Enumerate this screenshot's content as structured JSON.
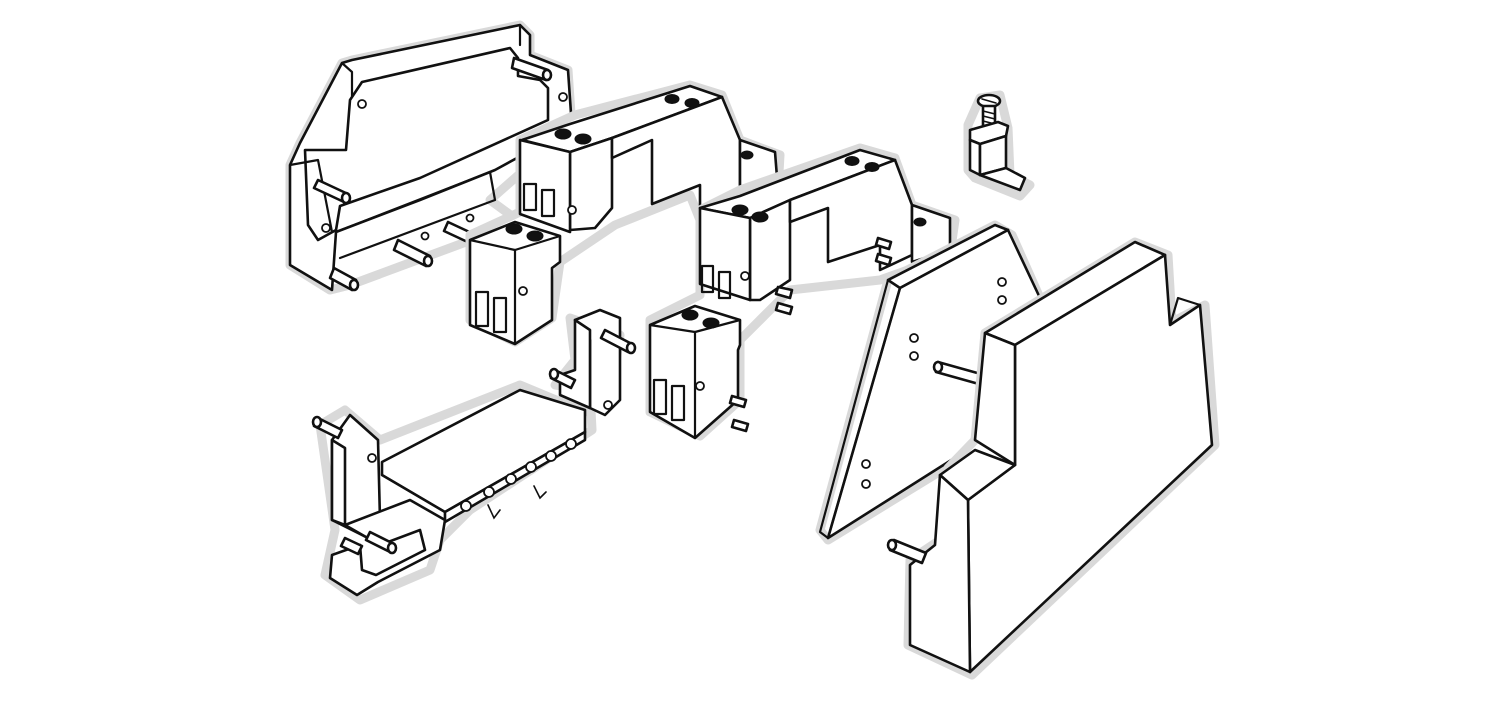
{
  "figure": {
    "kind": "exploded-view technical line drawing",
    "background_color": "#ffffff",
    "line_color": "#111111",
    "halo_color": "#d9d9d9",
    "parts": [
      {
        "id": "housing-frame",
        "icon": "open-frame-housing"
      },
      {
        "id": "terminal-block-left",
        "icon": "double-terminal-bridge"
      },
      {
        "id": "terminal-block-center",
        "icon": "double-terminal-bridge-with-clips"
      },
      {
        "id": "terminal-screw",
        "icon": "screw-with-bent-contact"
      },
      {
        "id": "insulating-plate",
        "icon": "flat-plate-with-holes"
      },
      {
        "id": "side-cover",
        "icon": "solid-cover-with-pin"
      },
      {
        "id": "din-rail-foot",
        "icon": "rail-clip-base-with-pins"
      }
    ]
  }
}
